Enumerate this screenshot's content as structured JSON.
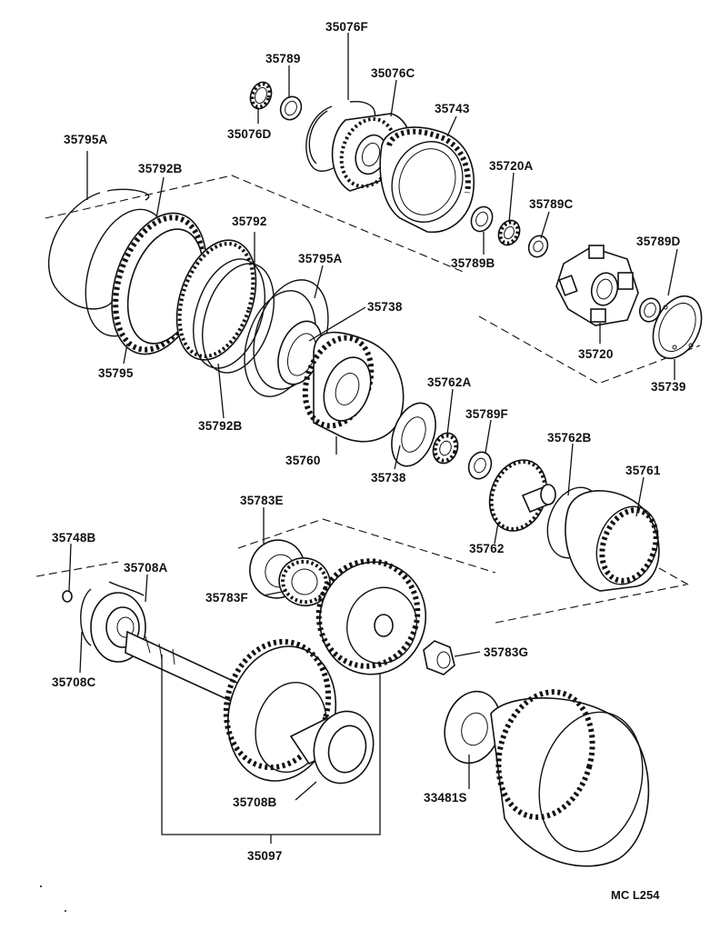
{
  "diagram": {
    "labels": [
      {
        "id": "35076F",
        "text": "35076F"
      },
      {
        "id": "35789",
        "text": "35789"
      },
      {
        "id": "35076C",
        "text": "35076C"
      },
      {
        "id": "35076D",
        "text": "35076D"
      },
      {
        "id": "35743",
        "text": "35743"
      },
      {
        "id": "35795A_top",
        "text": "35795A"
      },
      {
        "id": "35792B_top",
        "text": "35792B"
      },
      {
        "id": "35720A",
        "text": "35720A"
      },
      {
        "id": "35789C",
        "text": "35789C"
      },
      {
        "id": "35792",
        "text": "35792"
      },
      {
        "id": "35789D",
        "text": "35789D"
      },
      {
        "id": "35795A_mid",
        "text": "35795A"
      },
      {
        "id": "35789B",
        "text": "35789B"
      },
      {
        "id": "35738_top",
        "text": "35738"
      },
      {
        "id": "35720",
        "text": "35720"
      },
      {
        "id": "35795",
        "text": "35795"
      },
      {
        "id": "35739",
        "text": "35739"
      },
      {
        "id": "35762A",
        "text": "35762A"
      },
      {
        "id": "35792B_bot",
        "text": "35792B"
      },
      {
        "id": "35789F",
        "text": "35789F"
      },
      {
        "id": "35762B",
        "text": "35762B"
      },
      {
        "id": "35760",
        "text": "35760"
      },
      {
        "id": "35761",
        "text": "35761"
      },
      {
        "id": "35738_bot",
        "text": "35738"
      },
      {
        "id": "35783E",
        "text": "35783E"
      },
      {
        "id": "35762",
        "text": "35762"
      },
      {
        "id": "35748B",
        "text": "35748B"
      },
      {
        "id": "35708A",
        "text": "35708A"
      },
      {
        "id": "35783F",
        "text": "35783F"
      },
      {
        "id": "35783G",
        "text": "35783G"
      },
      {
        "id": "35708C",
        "text": "35708C"
      },
      {
        "id": "35708B",
        "text": "35708B"
      },
      {
        "id": "33481S",
        "text": "33481S"
      },
      {
        "id": "35097",
        "text": "35097"
      }
    ],
    "figure_code": "MC L254"
  }
}
